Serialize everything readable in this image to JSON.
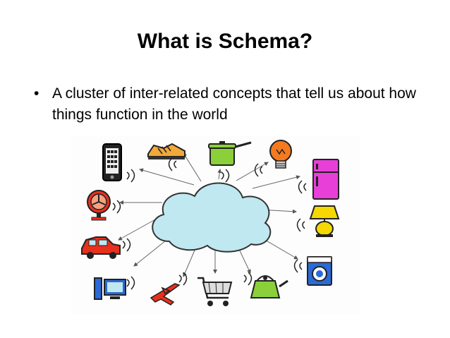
{
  "slide": {
    "title": "What is Schema?",
    "bullets": [
      {
        "symbol": "•",
        "text": "A cluster of inter-related concepts that tell us about how things function in the world"
      }
    ]
  },
  "illustration": {
    "center": "cloud",
    "cloud_color": "#bfe8f0",
    "icons": [
      {
        "name": "smartphone-icon",
        "color": "#111111"
      },
      {
        "name": "sneaker-icon",
        "color": "#f2a93b"
      },
      {
        "name": "cooking-pot-icon",
        "color": "#8bd03a"
      },
      {
        "name": "light-bulb-icon",
        "color": "#f47a20"
      },
      {
        "name": "refrigerator-icon",
        "color": "#e83fd8"
      },
      {
        "name": "table-lamp-icon",
        "color": "#f5d800"
      },
      {
        "name": "washing-machine-icon",
        "color": "#2a6ad8"
      },
      {
        "name": "kettle-icon",
        "color": "#8bd03a"
      },
      {
        "name": "shopping-cart-icon",
        "color": "#555555"
      },
      {
        "name": "airplane-icon",
        "color": "#e8301c"
      },
      {
        "name": "desktop-computer-icon",
        "color": "#2a6ad8"
      },
      {
        "name": "car-icon",
        "color": "#e8301c"
      },
      {
        "name": "fan-icon",
        "color": "#e8301c"
      }
    ]
  }
}
